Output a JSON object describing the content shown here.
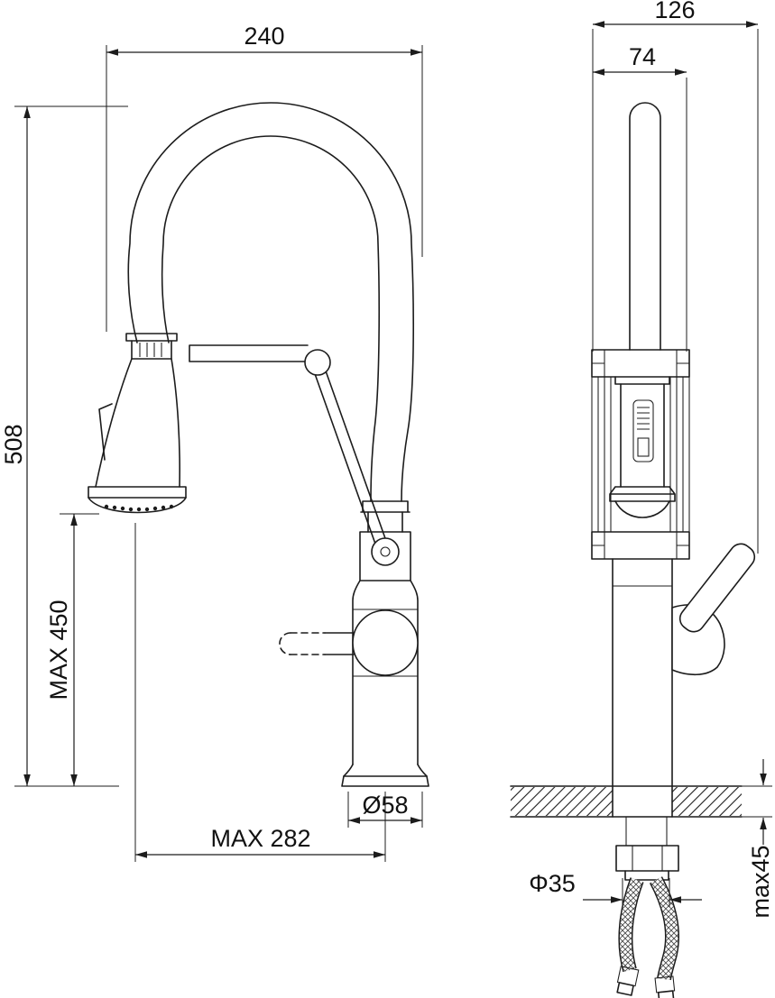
{
  "labels": {
    "front_width": "240",
    "overall_height": "508",
    "spout_max_height": "MAX 450",
    "base_diameter": "Ø58",
    "max_reach": "MAX 282",
    "side_depth": "126",
    "spout_depth": "74",
    "hole_diameter": "Φ35",
    "deck_thickness": "max45"
  },
  "colors": {
    "line": "#1c1c1c",
    "background": "#ffffff"
  }
}
